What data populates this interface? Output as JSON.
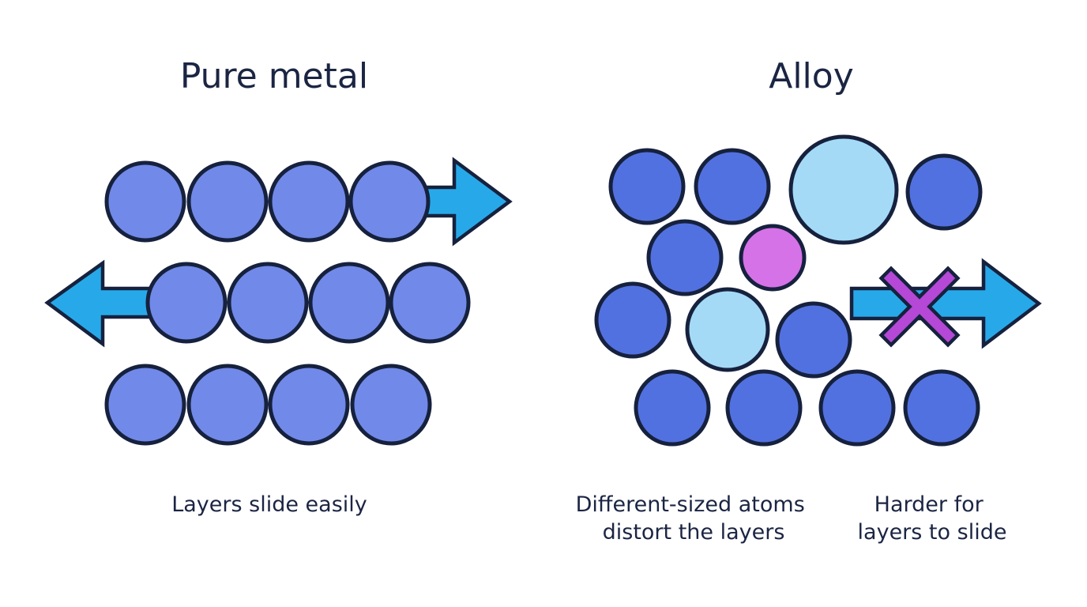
{
  "pure_metal": {
    "title": "Pure metal",
    "caption": "Layers slide easily",
    "rows": [
      4,
      4,
      4
    ]
  },
  "alloy": {
    "title": "Alloy",
    "caption_left": [
      "Different-sized atoms",
      "distort the layers"
    ],
    "caption_right": [
      "Harder for",
      "layers to slide"
    ],
    "blocked_symbol": "X"
  },
  "colors": {
    "pure_atom": "#7189e8",
    "alloy_atom": "#5271e0",
    "large_atom": "#a4daf5",
    "small_atom": "#d672e8",
    "arrow": "#27a9e9",
    "block_mark": "#b548d6",
    "outline": "#16213e",
    "text": "#1b2543"
  },
  "icons": {
    "slide_arrow": "arrow-icon",
    "blocked": "cross-icon"
  }
}
